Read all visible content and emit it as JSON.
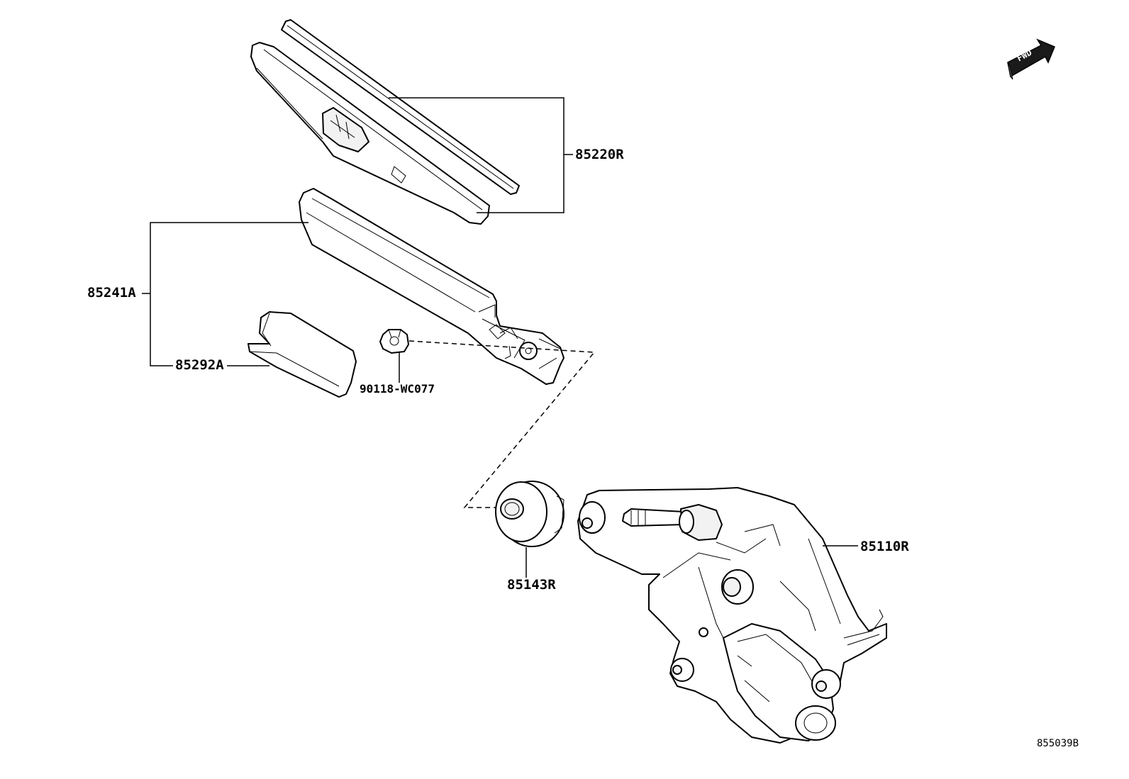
{
  "parts": {
    "blade": "85220R",
    "arm": "85241A",
    "cap": "85292A",
    "nut": "90118-WC077",
    "pivot_cover": "85143R",
    "motor": "85110R"
  },
  "fwd_label": "FWD",
  "diagram_id": "855039B",
  "icons": {
    "fwd": "forward-arrow-icon"
  }
}
